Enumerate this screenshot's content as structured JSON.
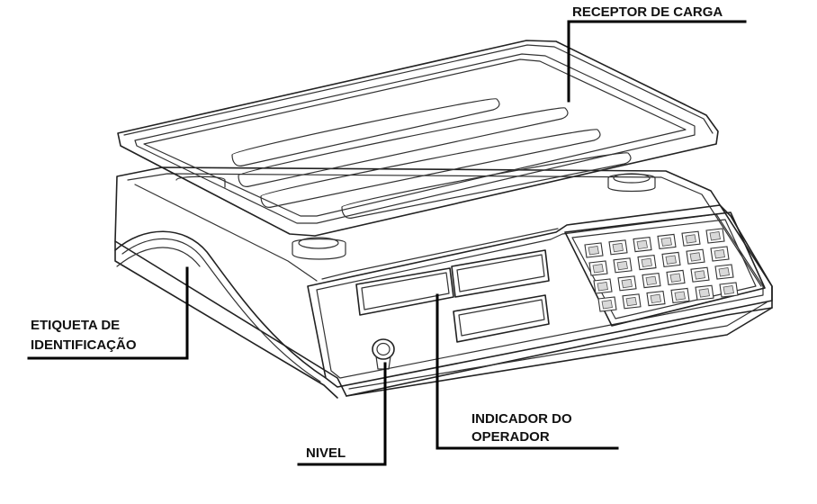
{
  "labels": {
    "load_receptor": "RECEPTOR DE CARGA",
    "id_label_line1": "ETIQUETA DE",
    "id_label_line2": "IDENTIFICAÇÃO",
    "level": "NIVEL",
    "operator_line1": "INDICADOR DO",
    "operator_line2": "OPERADOR"
  },
  "colors": {
    "line": "#222222",
    "leader": "#000000",
    "background": "#ffffff"
  }
}
